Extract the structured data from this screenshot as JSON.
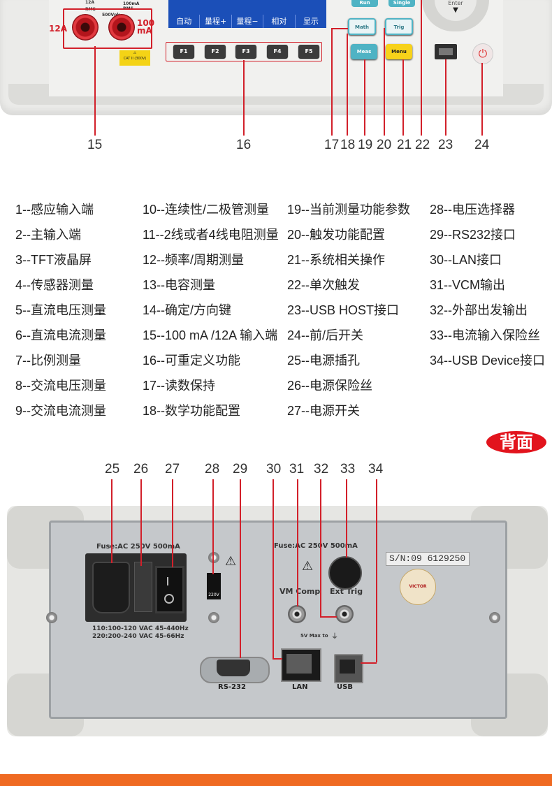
{
  "front_panel": {
    "screen_softkeys": [
      "自动",
      "量程+",
      "量程−",
      "相对",
      "显示"
    ],
    "function_keys": [
      "F1",
      "F2",
      "F3",
      "F4",
      "F5"
    ],
    "buttons": {
      "run": "Run",
      "single": "Single",
      "enter": "Enter",
      "math": "Math",
      "trig": "Trig",
      "meas": "Meas",
      "menu": "Menu"
    },
    "jack_labels": {
      "left": "12A",
      "right": "100\nmA",
      "rms1": "RMS",
      "rms2": "100mA\nRMS",
      "vpk": "500Vpk",
      "top_left": "12A"
    },
    "warning_label": "CAT II (300V)"
  },
  "callouts_front": [
    "15",
    "16",
    "17",
    "18",
    "19",
    "20",
    "21",
    "22",
    "23",
    "24"
  ],
  "legend": {
    "col1": [
      "1--感应输入端",
      "2--主输入端",
      "3--TFT液晶屏",
      "4--传感器测量",
      "5--直流电压测量",
      "6--直流电流测量",
      "7--比例测量",
      "8--交流电压测量",
      "9--交流电流测量"
    ],
    "col2": [
      "10--连续性/二极管测量",
      "11--2线或者4线电阻测量",
      "12--频率/周期测量",
      "13--电容测量",
      "14--确定/方向键",
      "15--100 mA /12A 输入端",
      "16--可重定义功能",
      "17--读数保持",
      "18--数学功能配置"
    ],
    "col3": [
      "19--当前测量功能参数",
      "20--触发功能配置",
      "21--系统相关操作",
      "22--单次触发",
      "23--USB HOST接口",
      "24--前/后开关",
      "25--电源插孔",
      "26--电源保险丝",
      "27--电源开关"
    ],
    "col4": [
      "28--电压选择器",
      "29--RS232接口",
      "30--LAN接口",
      "31--VCM输出",
      "32--外部出发输出",
      "33--电流输入保险丝",
      "34--USB Device接口"
    ]
  },
  "rear_badge": "背面",
  "callouts_rear": [
    "25",
    "26",
    "27",
    "28",
    "29",
    "30",
    "31",
    "32",
    "33",
    "34"
  ],
  "rear_panel": {
    "fuse_left": "Fuse:AC 250V 500mA",
    "fuse_right": "Fuse:AC 250V 500mA",
    "voltage_line1": "110:100-120 VAC  45-440Hz",
    "voltage_line2": "220:200-240 VAC  45-66Hz",
    "voltage_selector": "220V",
    "vm_comp": "VM Comp",
    "ext_trig": "Ext Trig",
    "max_5v": "5V Max to",
    "serial": "S/N:09 6129250",
    "qc_brand": "VICTOR",
    "rs232": "RS-232",
    "lan": "LAN",
    "usb": "USB"
  },
  "colors": {
    "accent_red": "#d2202a",
    "screen_blue": "#1b4fb8",
    "teal_button": "#4fb3c4",
    "menu_yellow": "#f7d21a",
    "badge_red": "#e2141d",
    "footer_orange": "#ef6a22"
  },
  "icons": [
    "power-icon",
    "warning-icon",
    "ground-icon",
    "usb-icon"
  ]
}
